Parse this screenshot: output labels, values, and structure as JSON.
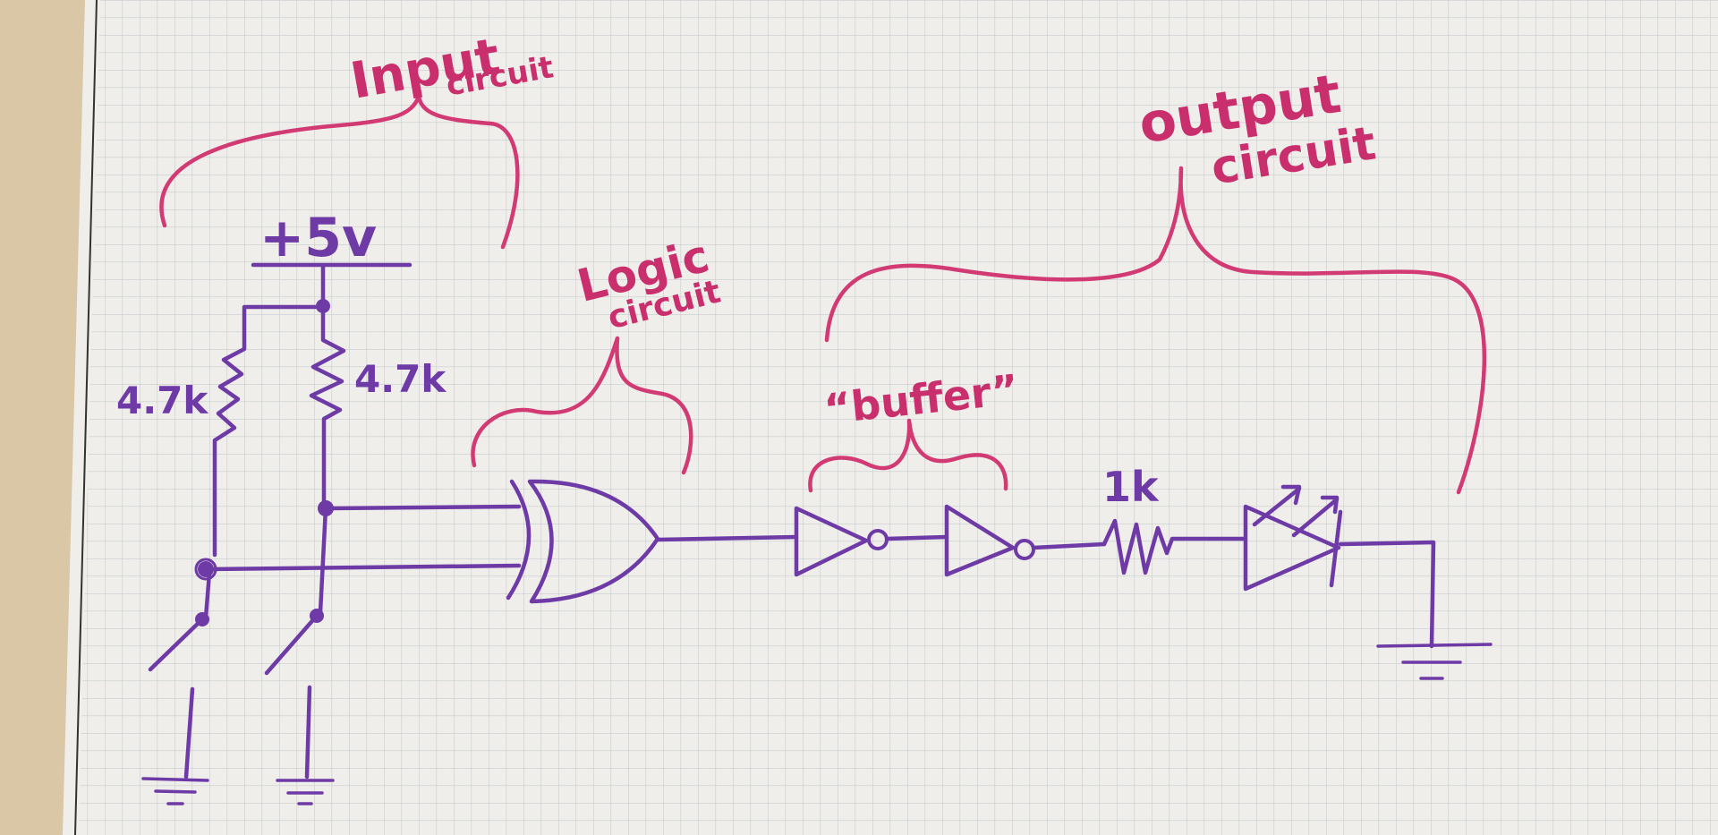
{
  "labels": {
    "input_word1": "Input",
    "input_word2": "circuit",
    "logic_word1": "Logic",
    "logic_word2": "circuit",
    "output_word1": "output",
    "output_word2": "circuit",
    "buffer": "“buffer”",
    "supply": "+5v",
    "r1": "4.7k",
    "r2": "4.7k",
    "r3": "1k"
  },
  "colors": {
    "marker_purple": "#6e3aa6",
    "marker_pink": "#c92f6c",
    "board": "#ecebe6",
    "grid": "#cfd3d6",
    "wall": "#d9c7a6"
  }
}
